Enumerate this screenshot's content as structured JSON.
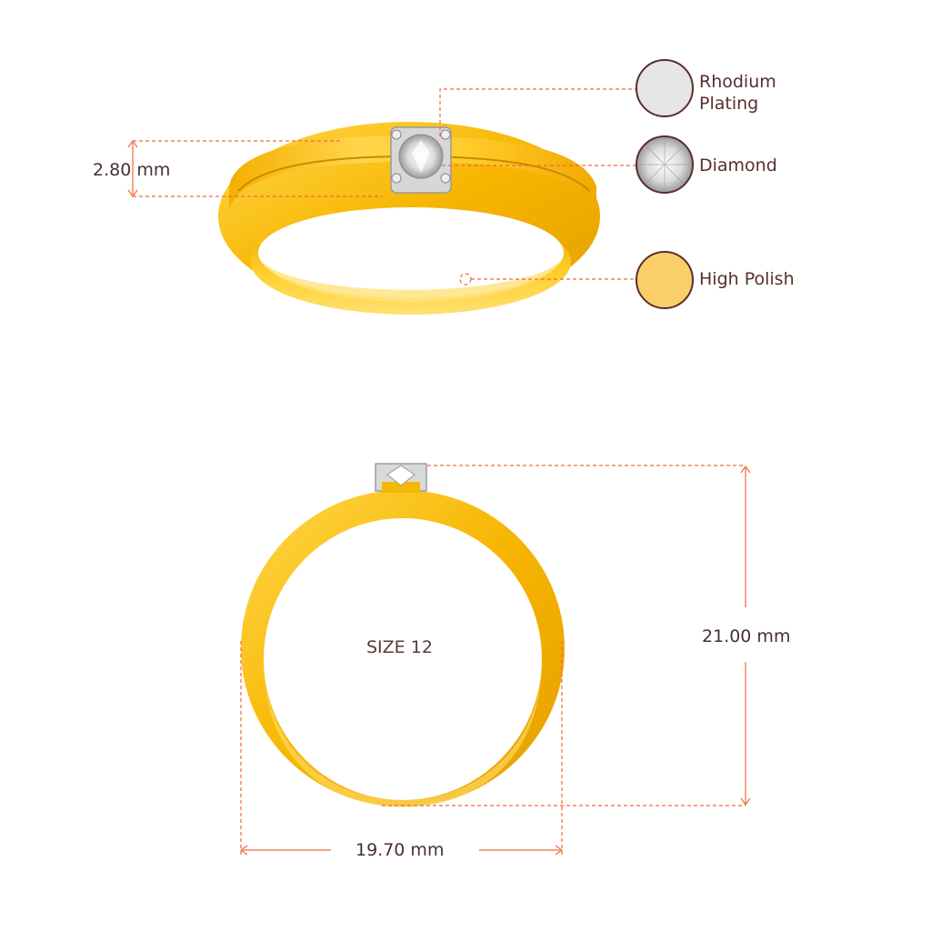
{
  "callouts": {
    "rhodium": "Rhodium Plating",
    "diamond": "Diamond",
    "polish": "High Polish"
  },
  "dimensions": {
    "band_height": "2.80 mm",
    "ring_height": "21.00 mm",
    "ring_width": "19.70 mm",
    "ring_size": "SIZE 12"
  },
  "colors": {
    "gold": "#f5b800",
    "gold_light": "#ffd84a",
    "gold_dark": "#d99400",
    "rhodium": "#e6e6e6",
    "polish_swatch": "#f9cf6a",
    "dimension_line": "#f06a3a",
    "swatch_border": "#5a2d2d"
  }
}
